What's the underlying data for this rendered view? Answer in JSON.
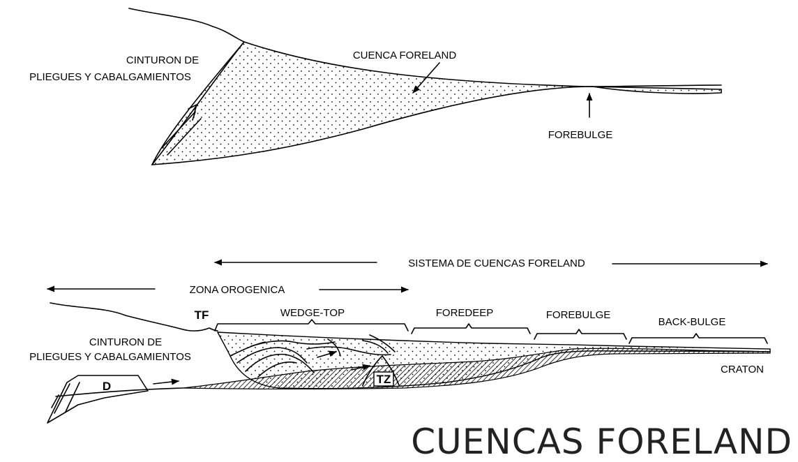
{
  "top_diagram": {
    "thrust_belt_line1": "CINTURON DE",
    "thrust_belt_line2": "PLIEGUES Y CABALGAMIENTOS",
    "basin_label": "CUENCA FORELAND",
    "forebulge_label": "FOREBULGE"
  },
  "bottom_diagram": {
    "system_label": "SISTEMA DE CUENCAS FORELAND",
    "orogenic_zone_label": "ZONA OROGENICA",
    "thrust_front_abbrev": "TF",
    "zones": [
      "WEDGE-TOP",
      "FOREDEEP",
      "FOREBULGE",
      "BACK-BULGE"
    ],
    "thrust_belt_line1": "CINTURON DE",
    "thrust_belt_line2": "PLIEGUES Y CABALGAMIENTOS",
    "craton_label": "CRATON",
    "triangle_zone_abbrev": "TZ",
    "duplex_abbrev": "D"
  },
  "page_title": "CUENCAS FORELAND"
}
